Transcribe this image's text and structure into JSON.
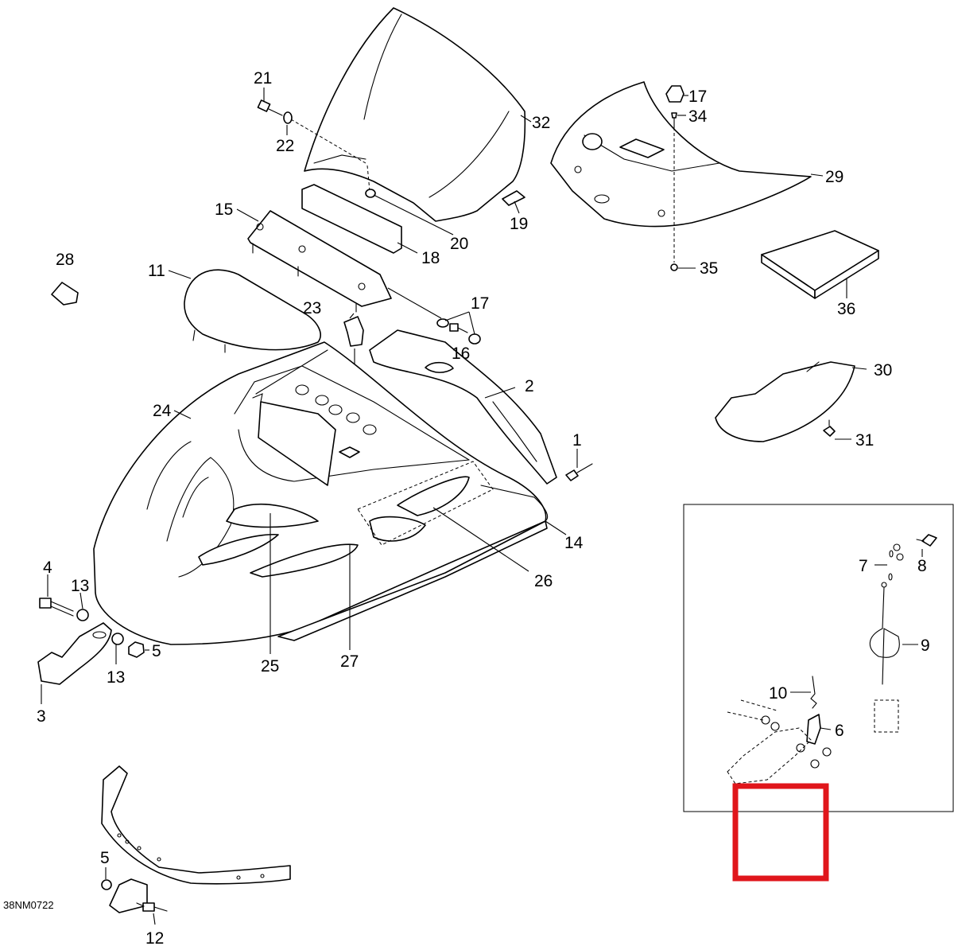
{
  "figure_code": "38NM0722",
  "highlight_color": "#e0161b",
  "callouts": [
    {
      "id": "c21",
      "text": "21"
    },
    {
      "id": "c22",
      "text": "22"
    },
    {
      "id": "c32",
      "text": "32"
    },
    {
      "id": "c17a",
      "text": "17"
    },
    {
      "id": "c34",
      "text": "34"
    },
    {
      "id": "c29",
      "text": "29"
    },
    {
      "id": "c15",
      "text": "15"
    },
    {
      "id": "c20",
      "text": "20"
    },
    {
      "id": "c19",
      "text": "19"
    },
    {
      "id": "c18",
      "text": "18"
    },
    {
      "id": "c28",
      "text": "28"
    },
    {
      "id": "c35",
      "text": "35"
    },
    {
      "id": "c11",
      "text": "11"
    },
    {
      "id": "c23",
      "text": "23"
    },
    {
      "id": "c17b",
      "text": "17"
    },
    {
      "id": "c36",
      "text": "36"
    },
    {
      "id": "c16",
      "text": "16"
    },
    {
      "id": "c30",
      "text": "30"
    },
    {
      "id": "c2",
      "text": "2"
    },
    {
      "id": "c24",
      "text": "24"
    },
    {
      "id": "c31",
      "text": "31"
    },
    {
      "id": "c1",
      "text": "1"
    },
    {
      "id": "c14",
      "text": "14"
    },
    {
      "id": "c8",
      "text": "8"
    },
    {
      "id": "c7",
      "text": "7"
    },
    {
      "id": "c4",
      "text": "4"
    },
    {
      "id": "c13a",
      "text": "13"
    },
    {
      "id": "c26",
      "text": "26"
    },
    {
      "id": "c9",
      "text": "9"
    },
    {
      "id": "c5a",
      "text": "5"
    },
    {
      "id": "c13b",
      "text": "13"
    },
    {
      "id": "c25",
      "text": "25"
    },
    {
      "id": "c27",
      "text": "27"
    },
    {
      "id": "c10",
      "text": "10"
    },
    {
      "id": "c3",
      "text": "3"
    },
    {
      "id": "c6",
      "text": "6"
    },
    {
      "id": "c5b",
      "text": "5"
    },
    {
      "id": "c12",
      "text": "12"
    }
  ]
}
